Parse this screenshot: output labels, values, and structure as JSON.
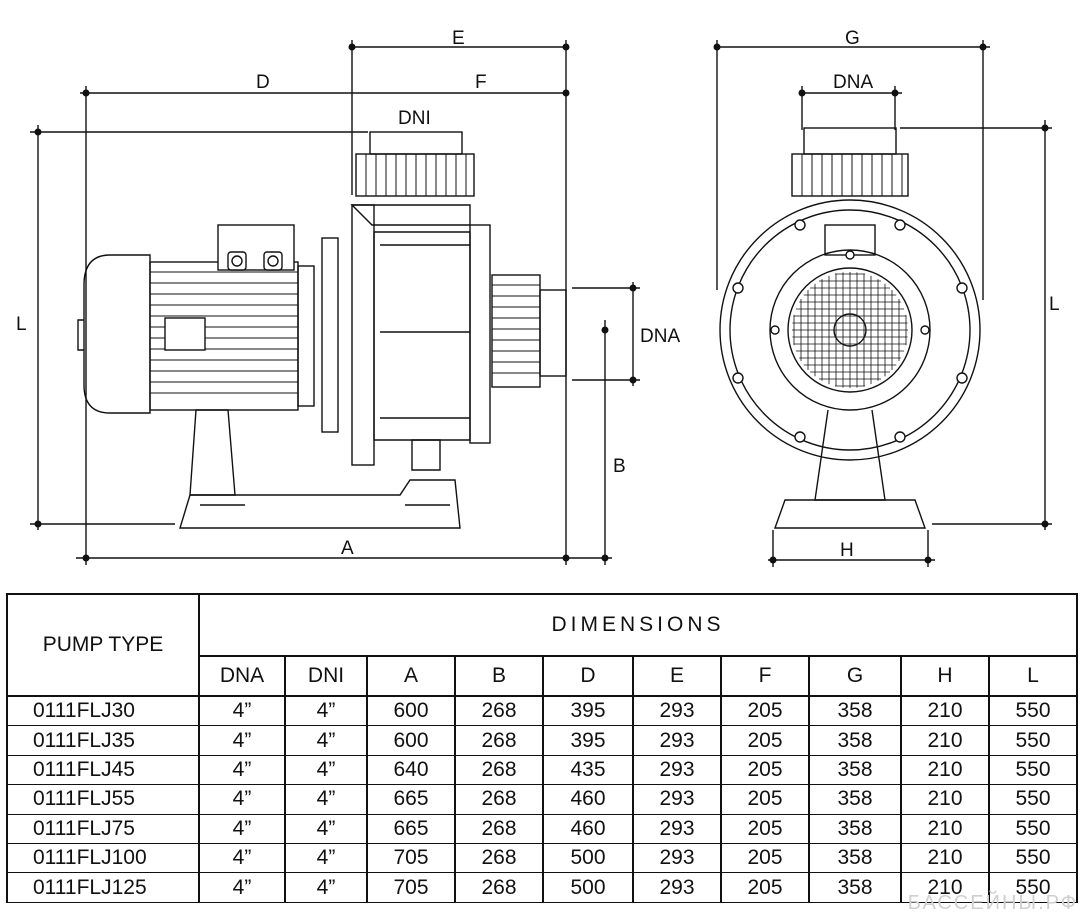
{
  "labels": {
    "E": "E",
    "D": "D",
    "F": "F",
    "DNI": "DNI",
    "L_left": "L",
    "DNA_side": "DNA",
    "B": "B",
    "A": "A",
    "G": "G",
    "DNA_top": "DNA",
    "L_right": "L",
    "H": "H"
  },
  "table": {
    "pump_type_header": "PUMP TYPE",
    "dimensions_header": "DIMENSIONS",
    "columns": [
      "DNA",
      "DNI",
      "A",
      "B",
      "D",
      "E",
      "F",
      "G",
      "H",
      "L"
    ],
    "rows": [
      {
        "type": "0111FLJ30",
        "values": [
          "4”",
          "4”",
          "600",
          "268",
          "395",
          "293",
          "205",
          "358",
          "210",
          "550"
        ]
      },
      {
        "type": "0111FLJ35",
        "values": [
          "4”",
          "4”",
          "600",
          "268",
          "395",
          "293",
          "205",
          "358",
          "210",
          "550"
        ]
      },
      {
        "type": "0111FLJ45",
        "values": [
          "4”",
          "4”",
          "640",
          "268",
          "435",
          "293",
          "205",
          "358",
          "210",
          "550"
        ]
      },
      {
        "type": "0111FLJ55",
        "values": [
          "4”",
          "4”",
          "665",
          "268",
          "460",
          "293",
          "205",
          "358",
          "210",
          "550"
        ]
      },
      {
        "type": "0111FLJ75",
        "values": [
          "4”",
          "4”",
          "665",
          "268",
          "460",
          "293",
          "205",
          "358",
          "210",
          "550"
        ]
      },
      {
        "type": "0111FLJ100",
        "values": [
          "4”",
          "4”",
          "705",
          "268",
          "500",
          "293",
          "205",
          "358",
          "210",
          "550"
        ]
      },
      {
        "type": "0111FLJ125",
        "values": [
          "4”",
          "4”",
          "705",
          "268",
          "500",
          "293",
          "205",
          "358",
          "210",
          "550"
        ]
      }
    ]
  },
  "watermark": "БАССЕЙНЫ.РФ"
}
